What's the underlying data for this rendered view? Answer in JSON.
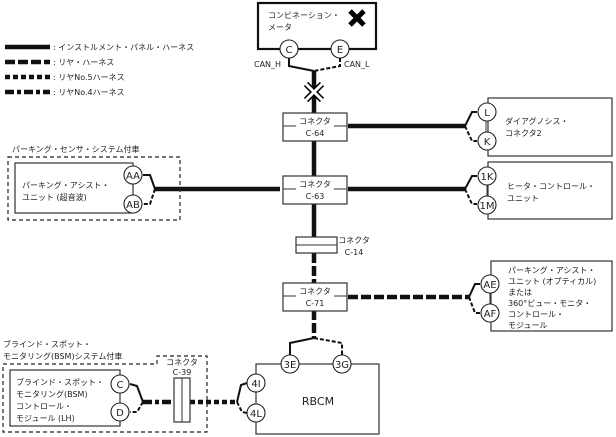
{
  "legend": [
    {
      "style": "solid",
      "label": ": インストルメント・パネル・ハーネス"
    },
    {
      "style": "rear",
      "label": ": リヤ・ハーネス"
    },
    {
      "style": "no5",
      "label": ": リヤNo.5ハーネス"
    },
    {
      "style": "no4",
      "label": ": リヤNo.4ハーネス"
    }
  ],
  "combination_meter": {
    "title_line1": "コンビネーション・",
    "title_line2": "メータ",
    "status_icon": "x-mark-icon",
    "pins": [
      "C",
      "E"
    ],
    "signal_left": "CAN_H",
    "signal_right": "CAN_L"
  },
  "connectors": [
    {
      "id": "c64",
      "label": "コネクタ",
      "code": "C-64"
    },
    {
      "id": "c63",
      "label": "コネクタ",
      "code": "C-63"
    },
    {
      "id": "c14",
      "label": "コネクタ",
      "code": "C-14"
    },
    {
      "id": "c71",
      "label": "コネクタ",
      "code": "C-71"
    },
    {
      "id": "c39",
      "label": "コネクタ",
      "code": "C-39"
    }
  ],
  "diagnosis_connector": {
    "line1": "ダイアグノシス・",
    "line2": "コネクタ2",
    "pins": [
      "L",
      "K"
    ]
  },
  "heater_control": {
    "line1": "ヒータ・コントロール・",
    "line2": "ユニット",
    "pins": [
      "1K",
      "1M"
    ]
  },
  "parking_sensor_system": {
    "group_label": "パーキング・センサ・システム付車",
    "line1": "パーキング・アシスト・",
    "line2": "ユニット (超音波)",
    "pins": [
      "AA",
      "AB"
    ]
  },
  "parking_assist_optical": {
    "lines": [
      "パーキング・アシスト・",
      "ユニット (オプティカル)",
      "または",
      "360°ビュー・モニタ・",
      "コントロール・",
      "モジュール"
    ],
    "pins": [
      "AE",
      "AF"
    ]
  },
  "bsm_system": {
    "group_label_line1": "ブラインド・スポット・",
    "group_label_line2": "モニタリング(BSM)システム付車",
    "lines": [
      "ブラインド・スポット・",
      "モニタリング(BSM)",
      "コントロール・",
      "モジュール (LH)"
    ],
    "pins": [
      "C",
      "D"
    ]
  },
  "rbcm": {
    "title": "RBCM",
    "top_pins": [
      "3E",
      "3G"
    ],
    "left_pins": [
      "4I",
      "4L"
    ]
  },
  "break_marker_icon": "x-mark-icon"
}
